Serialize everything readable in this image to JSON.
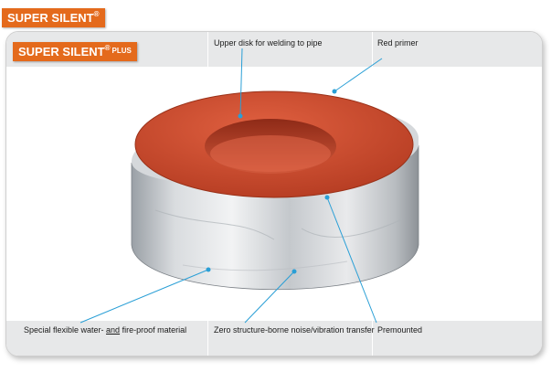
{
  "badges": {
    "primary": "SUPER SILENT",
    "secondary": "SUPER SILENT",
    "registered": "®",
    "plus": "PLUS"
  },
  "labels": {
    "upper_disk": "Upper disk for welding to pipe",
    "red_primer": "Red primer",
    "material_pre": "Special flexible water- ",
    "material_and": "and",
    "material_post": " fire-proof material",
    "noise": "Zero structure-borne noise/vibration transfer",
    "premounted": "Premounted"
  },
  "colors": {
    "badge": "#e46a1c",
    "leader": "#2a9fd6",
    "primer": "#c9472a"
  }
}
